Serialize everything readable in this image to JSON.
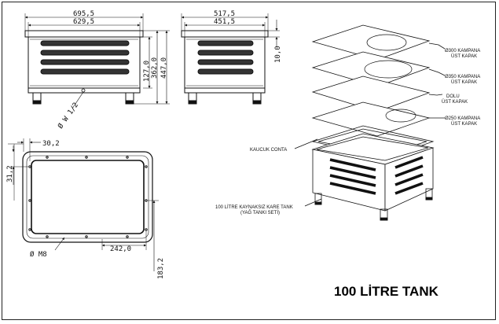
{
  "dimensions": {
    "front_outer_width": "695,5",
    "front_inner_width": "629,5",
    "front_height_body": "362,0",
    "front_height_total": "447,0",
    "front_leg_height": "127,0",
    "drain": "Ø W 1/2",
    "side_outer_width": "517,5",
    "side_inner_width": "451,5",
    "side_lid_offset": "10,0",
    "top_offset_x": "30,2",
    "top_offset_y": "31,2",
    "top_hole": "Ø M8",
    "top_span_x": "242,0",
    "top_span_y": "183,2"
  },
  "parts": {
    "lid_300": "Ø300 KAMPANA",
    "lid_300_sub": "ÜST KAPAK",
    "lid_350": "Ø350 KAMPANA",
    "lid_350_sub": "ÜST KAPAK",
    "lid_solid": "DOLU",
    "lid_solid_sub": "ÜST KAPAK",
    "lid_250": "Ø250 KAMPANA",
    "lid_250_sub": "ÜST KAPAK",
    "gasket": "KAUCUK CONTA",
    "tank": "100 LİTRE KAYNAKSIZ KARE TANK",
    "tank_sub": "(YAĞ TANKI SETİ)"
  },
  "title": "100 LİTRE TANK"
}
